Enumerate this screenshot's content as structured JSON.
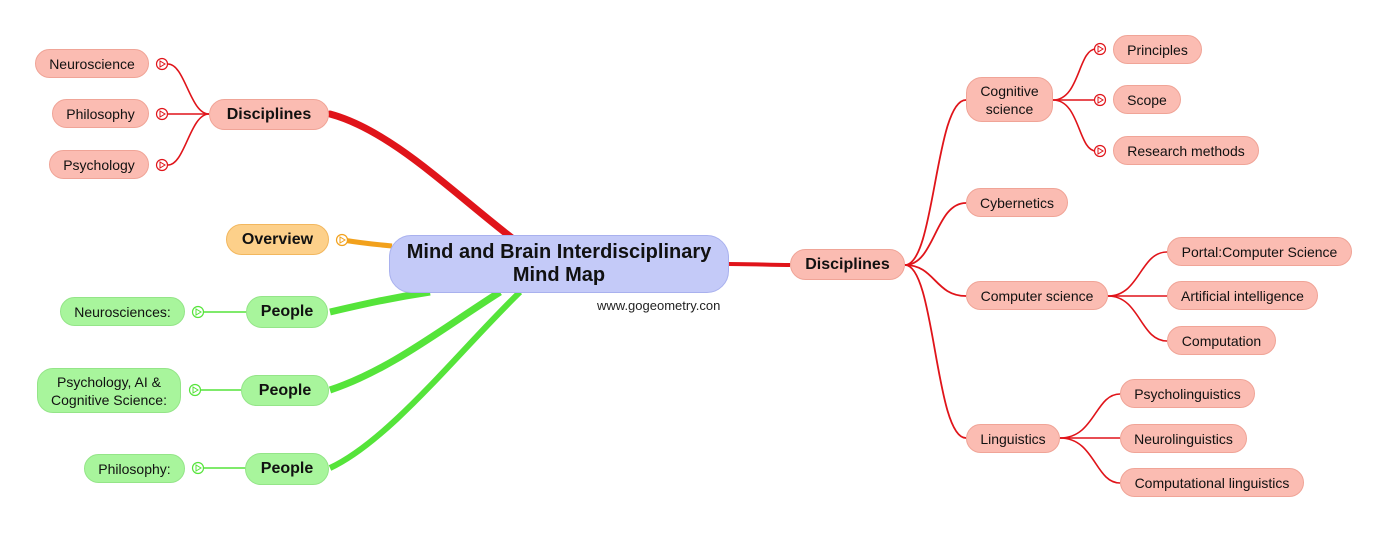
{
  "central": "Mind and Brain Interdisciplinary Mind Map",
  "watermark": "www.gogeometry.con",
  "colors": {
    "red": "#e0141a",
    "green": "#55e43a",
    "orange": "#f2a11c",
    "central": "#c4caf8"
  },
  "left": {
    "disciplines": {
      "label": "Disciplines",
      "children": [
        "Neuroscience",
        "Philosophy",
        "Psychology"
      ]
    },
    "overview": "Overview",
    "people": [
      {
        "label": "People",
        "child": "Neurosciences:"
      },
      {
        "label": "People",
        "child": "Psychology, AI & Cognitive Science:"
      },
      {
        "label": "People",
        "child": "Philosophy:"
      }
    ]
  },
  "right": {
    "disciplines": {
      "label": "Disciplines",
      "children": [
        {
          "label": "Cognitive science",
          "children": [
            "Principles",
            "Scope",
            "Research methods"
          ]
        },
        {
          "label": "Cybernetics",
          "children": []
        },
        {
          "label": "Computer science",
          "children": [
            "Portal:Computer Science",
            "Artificial intelligence",
            "Computation"
          ]
        },
        {
          "label": "Linguistics",
          "children": [
            "Psycholinguistics",
            "Neurolinguistics",
            "Computational linguistics"
          ]
        }
      ]
    }
  }
}
